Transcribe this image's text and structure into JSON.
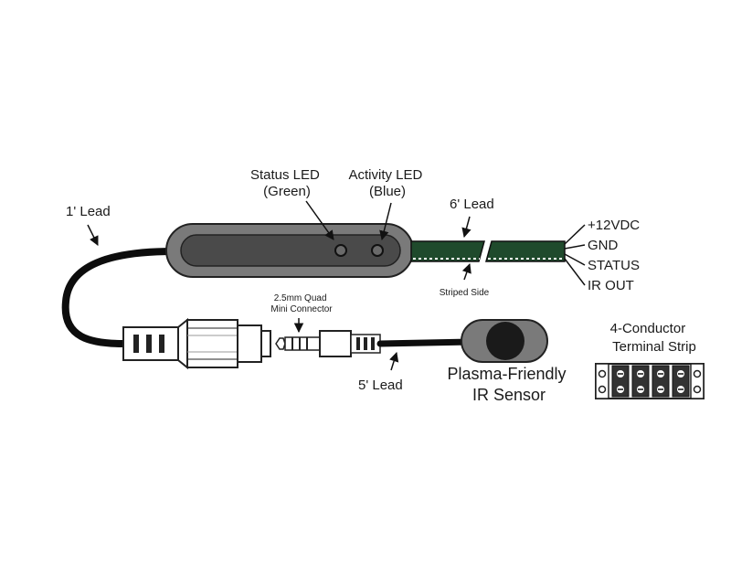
{
  "labels": {
    "status_led": [
      "Status LED",
      "(Green)"
    ],
    "activity_led": [
      "Activity LED",
      "(Blue)"
    ],
    "one_ft_lead": "1' Lead",
    "six_ft_lead": "6' Lead",
    "striped_side": "Striped Side",
    "wires": [
      "+12VDC",
      "GND",
      "STATUS",
      "IR OUT"
    ],
    "connector": [
      "2.5mm Quad",
      "Mini Connector"
    ],
    "five_ft_lead": "5' Lead",
    "sensor": [
      "Plasma-Friendly",
      "IR Sensor"
    ],
    "terminal_strip": [
      "4-Conductor",
      "Terminal Strip"
    ]
  },
  "colors": {
    "cable": "#0d0d0d",
    "cable_green": "#1f4a2c",
    "housing": "#7a7a7a",
    "housing_inner": "#4a4a4a",
    "led": "#6a6a6a"
  }
}
